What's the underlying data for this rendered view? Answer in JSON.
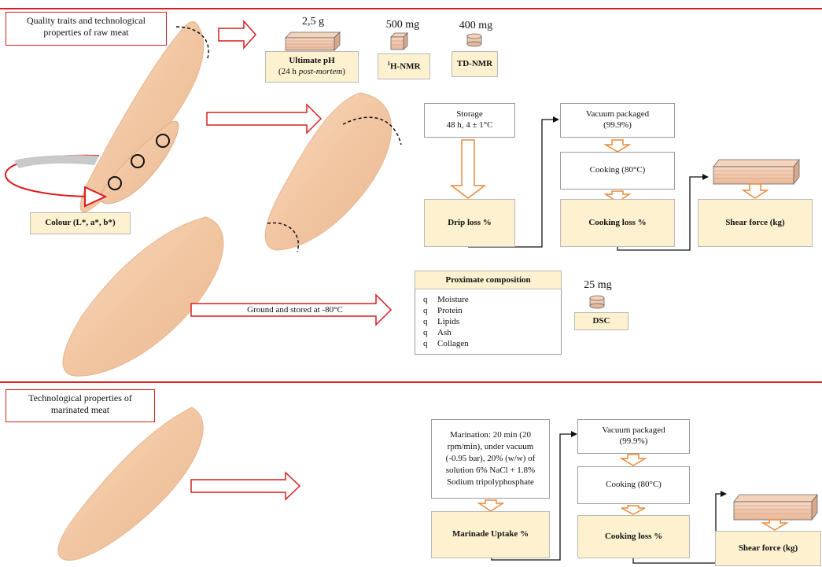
{
  "sections": {
    "raw": {
      "label": "Quality traits and technological properties of raw meat"
    },
    "marinated": {
      "label": "Technological properties of marinated meat"
    }
  },
  "samples": {
    "ph": {
      "mass": "2,5 g",
      "label": "Ultimate pH",
      "sub_prefix": "(24 h ",
      "sub_italic": "post-mortem",
      "sub_suffix": ")"
    },
    "hnmr": {
      "mass": "500 mg",
      "label_sup": "1",
      "label": "H-NMR"
    },
    "tdnmr": {
      "mass": "400 mg",
      "label": "TD-NMR"
    },
    "dsc": {
      "mass": "25 mg",
      "label": "DSC"
    }
  },
  "colour": {
    "label": "Colour (L*, a*, b*)"
  },
  "raw_flow": {
    "storage": {
      "line1": "Storage",
      "line2": "48 h, 4 ± 1°C"
    },
    "drip_loss": "Drip loss %",
    "vacuum": {
      "line1": "Vacuum packaged",
      "line2": "(99.9%)"
    },
    "cooking": "Cooking (80°C)",
    "cooking_loss": "Cooking loss %",
    "shear_force": "Shear force (kg)"
  },
  "ground": {
    "label": "Ground and stored at -80°C"
  },
  "proximate": {
    "title": "Proximate composition",
    "bullet": "q",
    "items": [
      "Moisture",
      "Protein",
      "Lipids",
      "Ash",
      "Collagen"
    ]
  },
  "marinated_flow": {
    "marination": "Marination: 20 min (20 rpm/min), under vacuum (-0.95 bar), 20% (w/w) of solution 6% NaCl + 1.8% Sodium tripolyphosphate",
    "marinade_uptake": "Marinade Uptake %",
    "vacuum": {
      "line1": "Vacuum packaged",
      "line2": "(99.9%)"
    },
    "cooking": "Cooking (80°C)",
    "cooking_loss": "Cooking loss %",
    "shear_force": "Shear force (kg)"
  },
  "colors": {
    "accent_red": "#d81e1e",
    "arrow_orange": "#e8893a",
    "result_fill": "#fdf1cf",
    "meat": "#f2c6a2"
  }
}
